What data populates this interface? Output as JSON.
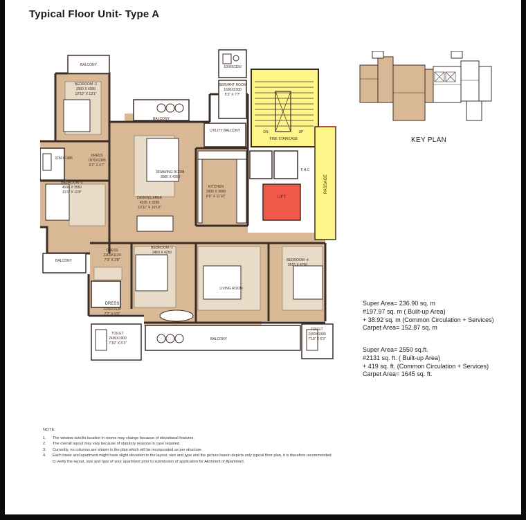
{
  "title": "Typical Floor Unit- Type A",
  "plan_labels": {
    "balcony_top": "BALCONY",
    "bedroom3": "BEDROOM -3",
    "bedroom3_dims": "3300 X 4000",
    "bedroom3_dims2": "10'10\" X 13'1\"",
    "balcony_mid": "BALCONY",
    "servant_room": "SERVANT ROOM",
    "servant_dims": "1600X2300",
    "servant_dims2": "5'3\" X 7'7\"",
    "toilet_servant": "1000X1150",
    "utility_balcony": "UTILITY BALCONY",
    "dn": "DN",
    "up": "UP",
    "fire_staircase": "FIRE STAIRCASE",
    "dress1": "DRESS",
    "dress1_dims": "1870X1385",
    "dress1_dims2": "6'2\" X 4'7\"",
    "toilet1": "2250X1385",
    "drawing_room": "DRAWING ROOM",
    "drawing_dims": "3000 X 4250",
    "fhc": "F.H.C",
    "passage": "PASSAGE",
    "bedroom2": "BEDROOM -2",
    "bedroom2_dims": "4000 X 3550",
    "bedroom2_dims2": "13'1\" X 11'8\"",
    "kitchen": "KITCHEN",
    "kitchen_dims": "2600 X 3600",
    "kitchen_dims2": "8'6\" X 11'10\"",
    "lift": "LIFT",
    "dining": "DINNING AREA",
    "dining_dims": "4235 X 3295",
    "dining_dims2": "13'11\" X 10'10\"",
    "balcony_left": "BALCONY",
    "dress2": "DRESS",
    "dress2_dims": "2200X1120",
    "dress2_dims2": "7'3\" X 3'8\"",
    "bedroom1": "BEDROOM -1",
    "bedroom1_dims": "3450 X 4250",
    "living_room": "LIVING ROOM",
    "bedroom4": "BEDROOM -4",
    "bedroom4_dims": "3515 X 4250",
    "dress3": "DRESS",
    "dress3_dims": "2200X1530",
    "dress3_dims2": "7'2\" X 5'0\"",
    "toilet3": "TOILET",
    "toilet3_dims": "2400X1900",
    "toilet3_dims2": "7'10\" X 6'3\"",
    "balcony_bottom": "BALCONY",
    "toilet4": "TOILET",
    "toilet4_dims": "2400X1900",
    "toilet4_dims2": "7'10\" X 6'3\""
  },
  "key_plan": {
    "label": "KEY PLAN"
  },
  "areas": {
    "metric": [
      "Super Area= 236.90 sq. m",
      "#197.97 sq. m ( Built-up Area)",
      "+ 38.92 sq. m (Common Circulation + Services)",
      "Carpet Area= 152.87 sq. m"
    ],
    "imperial": [
      "Super Area= 2550 sq.ft.",
      "#2131 sq. ft. ( Built-up Area)",
      "+ 419 sq. ft. (Common Circulation + Services)",
      "Carpet Area= 1645 sq. ft."
    ]
  },
  "notes": {
    "title": "NOTE:",
    "items": [
      {
        "num": "1.",
        "text": "The window size/its location in rooms may change because of elevational features."
      },
      {
        "num": "2.",
        "text": "The overall layout may vary because of statutory reasons in case required."
      },
      {
        "num": "3.",
        "text": "Currently, no columns are shown in the plan which will be incorporated as per structure."
      },
      {
        "num": "4.",
        "text": "Each tower and apartment might have slight deviation to the layout, size and type and the picture herein depicts only typical floor plan, it is therefore recommended to verify the layout, size and type of your apartment prior to submission of application for Allotment of Apartment."
      }
    ]
  },
  "colors": {
    "wall": "#3b2d26",
    "room_fill": "#d9b895",
    "staircase_fill": "#fff68a",
    "lift_fill": "#f15a4a",
    "passage_fill": "#fff68a",
    "frame": "#0b0b0b"
  }
}
